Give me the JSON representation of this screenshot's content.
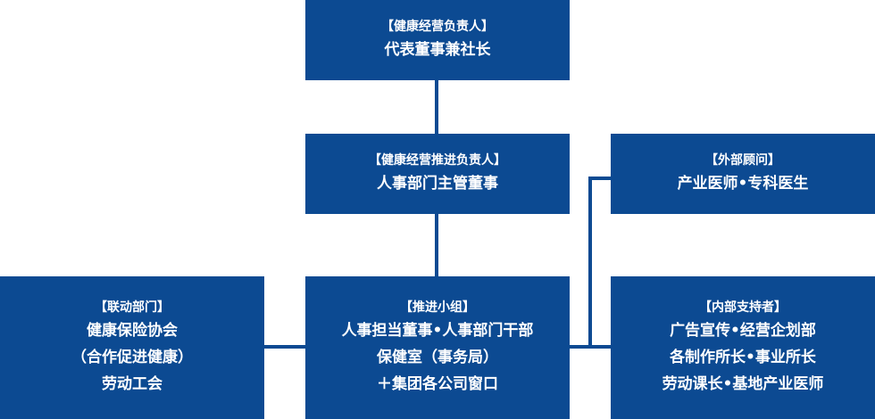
{
  "nodes": {
    "ceo": {
      "role": "【健康经营负责人】",
      "lines": [
        "代表董事兼社长"
      ]
    },
    "promo_lead": {
      "role": "【健康经营推进负责人】",
      "lines": [
        "人事部门主管董事"
      ]
    },
    "external": {
      "role": "【外部顾问】",
      "lines": [
        "产业医师•专科医生"
      ]
    },
    "liaison": {
      "role": "【联动部门】",
      "lines": [
        "健康保险协会",
        "（合作促进健康）",
        "劳动工会"
      ]
    },
    "team": {
      "role": "【推进小组】",
      "lines": [
        "人事担当董事•人事部门干部",
        "保健室（事务局）",
        "＋集团各公司窗口"
      ]
    },
    "internal": {
      "role": "【内部支持者】",
      "lines": [
        "广告宣传•经营企划部",
        "各制作所长•事业所长",
        "劳动课长•基地产业医师"
      ]
    }
  },
  "colors": {
    "box": "#0c4a92",
    "text": "#ffffff",
    "background": "#ffffff"
  }
}
